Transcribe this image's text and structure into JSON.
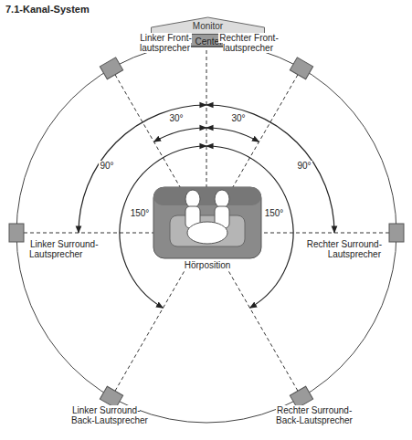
{
  "diagram": {
    "title": "7.1-Kanal-System",
    "nodes": [
      {
        "text": [
          "Monitor"
        ]
      },
      {
        "text": [
          "Center"
        ],
        "in": 0
      }
    ],
    "labels": [
      "Linker Front- lautsprecher",
      "Rechter Front- lautsprecher",
      "30°",
      "30°",
      "90°",
      "90°",
      "150°",
      "150°",
      "Linker Surround- Lautsprecher",
      "Rechter Surround- Lautsprecher",
      "Hörposition",
      "Linker Surround- Back-Lautsprecher",
      "Rechter Surround- Back-Lautsprecher"
    ]
  }
}
